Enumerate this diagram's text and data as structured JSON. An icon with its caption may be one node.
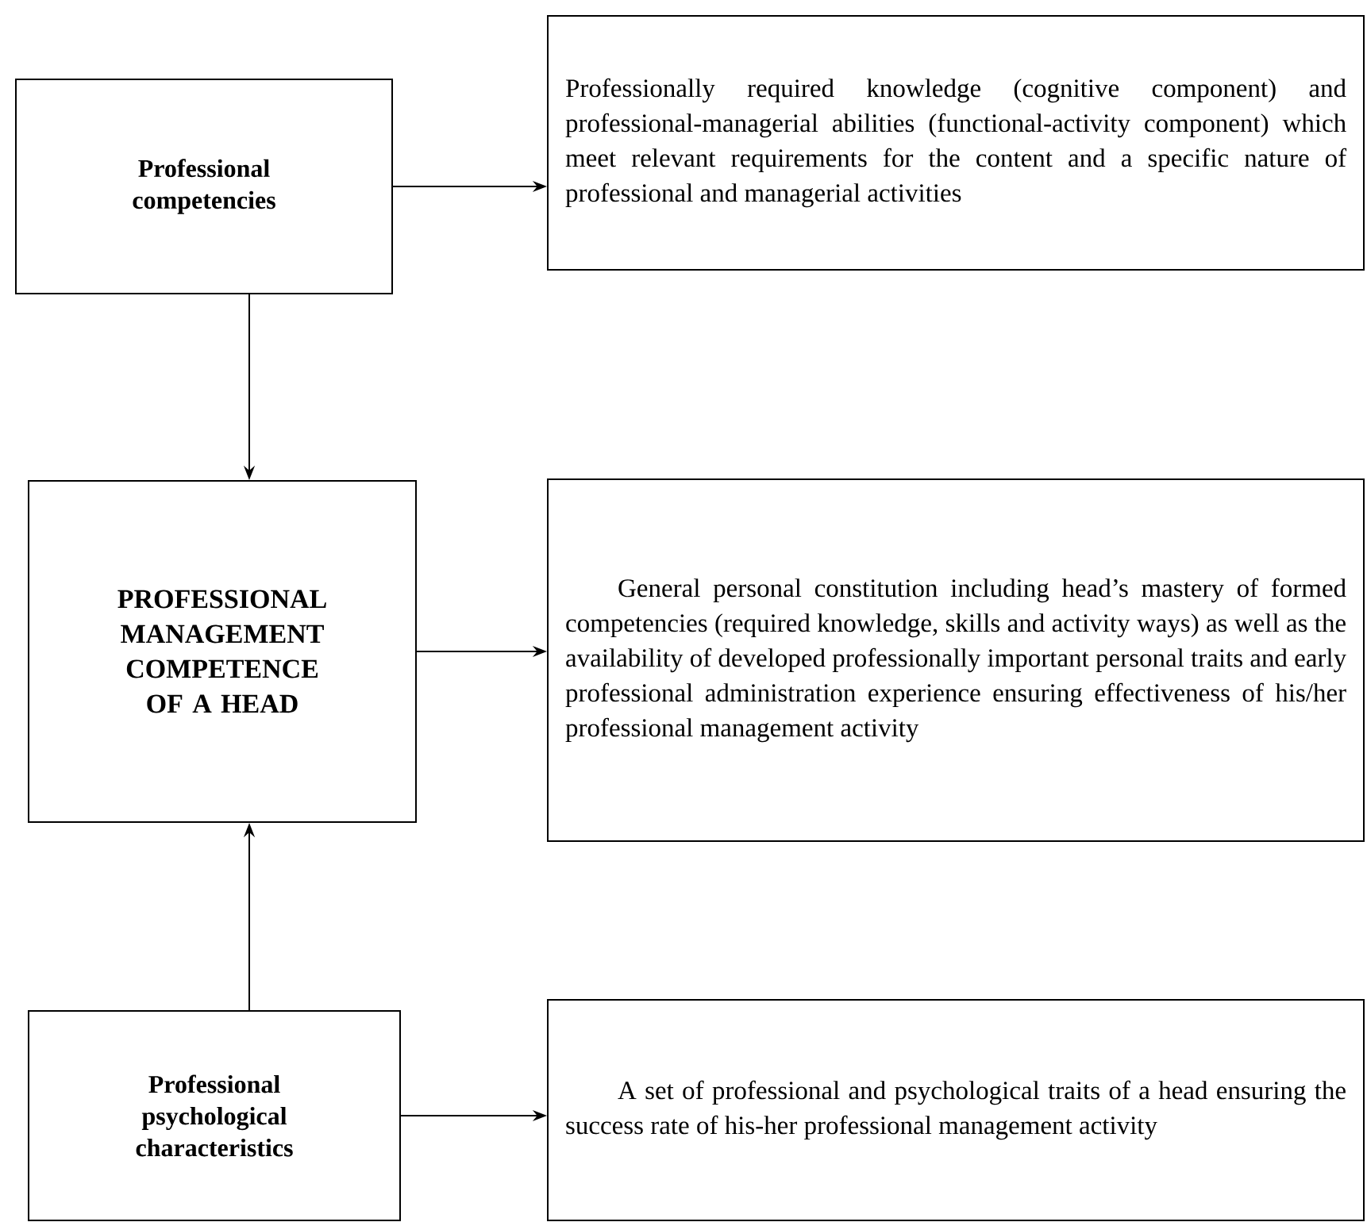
{
  "diagram": {
    "nodes": [
      {
        "text": [
          "Professional competencies"
        ]
      },
      {
        "text": [
          "Professionally required knowledge (cognitive component) and professional-managerial abilities (functional-activity component) which meet relevant requirements for the content and a specific nature of professional and managerial activities"
        ]
      },
      {
        "text": [
          "PROFESSIONAL MANAGEMENT COMPETENCE OF A HEAD"
        ]
      },
      {
        "text": [
          "General personal constitution including head’s mastery of formed competencies (required knowledge, skills and activity ways) as well as the availability of developed professionally important personal traits and early professional administration experience ensuring effectiveness of his/her professional management activity"
        ]
      },
      {
        "text": [
          "Professional psychological characteristics"
        ]
      },
      {
        "text": [
          "A set of professional and psychological traits of a head ensuring the success rate of his-her professional management activity"
        ]
      }
    ],
    "edges": [
      {
        "from": 0,
        "to": 1,
        "arrow": "to"
      },
      {
        "from": 0,
        "to": 2,
        "arrow": "to"
      },
      {
        "from": 2,
        "to": 3,
        "arrow": "to"
      },
      {
        "from": 4,
        "to": 2,
        "arrow": "to"
      },
      {
        "from": 4,
        "to": 5,
        "arrow": "to"
      }
    ]
  }
}
